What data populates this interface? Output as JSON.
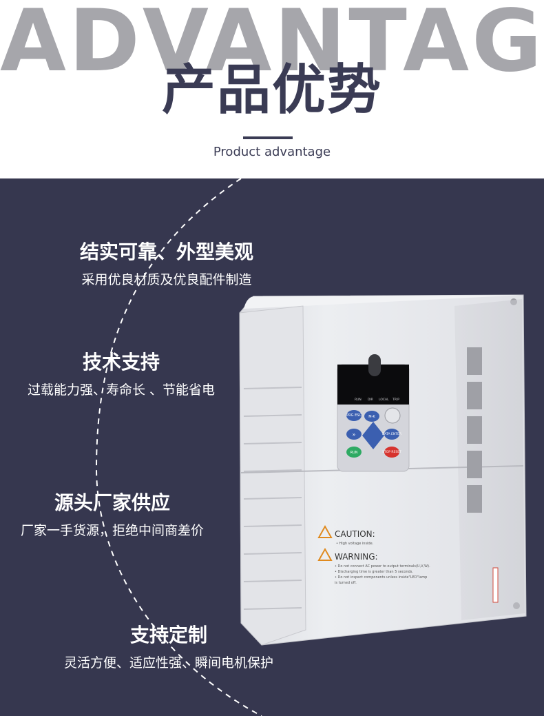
{
  "header": {
    "bg_word": "ADVANTAGE",
    "title": "产品优势",
    "subtitle": "Product advantage"
  },
  "features": [
    {
      "title": "结实可靠、外型美观",
      "desc": "采用优良材质及优良配件制造"
    },
    {
      "title": "技术支持",
      "desc": "过载能力强、寿命长 、节能省电"
    },
    {
      "title": "源头厂家供应",
      "desc": "厂家一手货源，拒绝中间商差价"
    },
    {
      "title": "支持定制",
      "desc": "灵活方便、适应性强、瞬间电机保护"
    }
  ],
  "device": {
    "keys": {
      "prg": "PRG ESC",
      "mk": "M-K",
      "data": "DATA ENTER",
      "run": "RUN",
      "stop": "STOP RESET"
    },
    "indicators": [
      "RUN",
      "DIR",
      "LOCAL",
      "TRIP"
    ],
    "caution_title": "CAUTION:",
    "caution_lines": [
      "• High voltage inside."
    ],
    "warning_title": "WARNING:",
    "warning_lines": [
      "• Do not connect AC power to output terminals(U,V,W).",
      "• Discharging time is greater than 5 seconds.",
      "• Do not inspect components unless inside\"LED\"lamp",
      "  is turned off."
    ]
  },
  "colors": {
    "panel_bg": "#36374f",
    "title_dark": "#3a3b54",
    "bg_word": "#a6a6ab",
    "device_body": "#e8e9ed"
  }
}
